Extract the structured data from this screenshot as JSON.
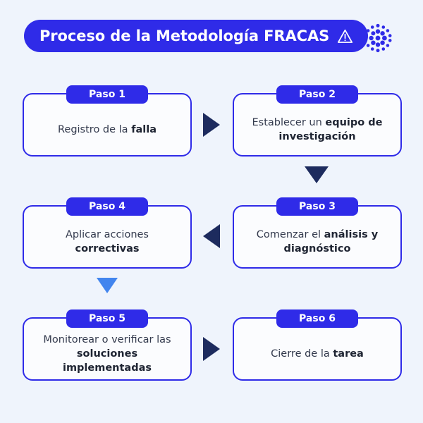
{
  "page": {
    "background_color": "#eff4fc",
    "accent_color": "#2f2be8",
    "arrow_color": "#1d2b5e",
    "arrow_light_color": "#4285ee"
  },
  "header": {
    "title": "Proceso de la Metodología FRACAS",
    "warning_icon": "warning-triangle-icon",
    "decoration_icon": "radial-dot-pattern-icon"
  },
  "steps": [
    {
      "badge": "Paso 1",
      "text_plain": "Registro de la falla",
      "text_normal": "Registro de la ",
      "text_bold": "falla"
    },
    {
      "badge": "Paso 2",
      "text_plain": "Establecer un equipo de investigación",
      "text_normal": "Establecer un ",
      "text_bold": "equipo de investigación"
    },
    {
      "badge": "Paso 3",
      "text_plain": "Comenzar el análisis y diagnóstico",
      "text_normal": "Comenzar el ",
      "text_bold": "análisis y diagnóstico"
    },
    {
      "badge": "Paso 4",
      "text_plain": "Aplicar acciones correctivas",
      "text_normal": "Aplicar acciones ",
      "text_bold": "correctivas"
    },
    {
      "badge": "Paso 5",
      "text_plain": "Monitorear o verificar las soluciones implementadas",
      "text_normal": "Monitorear o verificar las ",
      "text_bold": "soluciones implementadas"
    },
    {
      "badge": "Paso 6",
      "text_plain": "Cierre de la tarea",
      "text_normal": "Cierre de la ",
      "text_bold": "tarea"
    }
  ],
  "arrows": [
    {
      "name": "arrow-step1-to-step2",
      "direction": "right",
      "color": "#1d2b5e"
    },
    {
      "name": "arrow-step2-to-step3",
      "direction": "down",
      "color": "#1d2b5e"
    },
    {
      "name": "arrow-step3-to-step4",
      "direction": "left",
      "color": "#1d2b5e"
    },
    {
      "name": "arrow-step4-to-step5",
      "direction": "down",
      "color": "#4285ee"
    },
    {
      "name": "arrow-step5-to-step6",
      "direction": "right",
      "color": "#1d2b5e"
    }
  ]
}
